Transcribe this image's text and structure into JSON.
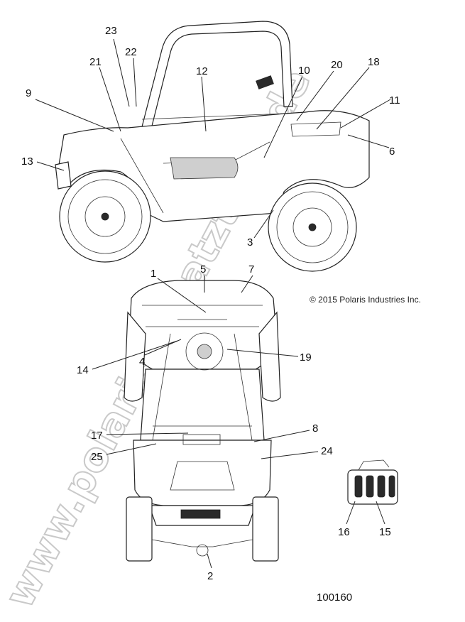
{
  "copyright": "© 2015 Polaris Industries Inc.",
  "reference_number": "100160",
  "watermark": "www.polaris-ersatzteile.de",
  "callouts": [
    {
      "id": "1",
      "label": "1"
    },
    {
      "id": "2",
      "label": "2"
    },
    {
      "id": "3",
      "label": "3"
    },
    {
      "id": "4",
      "label": "4"
    },
    {
      "id": "5",
      "label": "5"
    },
    {
      "id": "6",
      "label": "6"
    },
    {
      "id": "7",
      "label": "7"
    },
    {
      "id": "8",
      "label": "8"
    },
    {
      "id": "9",
      "label": "9"
    },
    {
      "id": "10",
      "label": "10"
    },
    {
      "id": "11",
      "label": "11"
    },
    {
      "id": "12",
      "label": "12"
    },
    {
      "id": "13",
      "label": "13"
    },
    {
      "id": "14",
      "label": "14"
    },
    {
      "id": "15",
      "label": "15"
    },
    {
      "id": "16",
      "label": "16"
    },
    {
      "id": "17",
      "label": "17"
    },
    {
      "id": "18",
      "label": "18"
    },
    {
      "id": "19",
      "label": "19"
    },
    {
      "id": "20",
      "label": "20"
    },
    {
      "id": "21",
      "label": "21"
    },
    {
      "id": "22",
      "label": "22"
    },
    {
      "id": "23",
      "label": "23"
    },
    {
      "id": "24",
      "label": "24"
    },
    {
      "id": "25",
      "label": "25"
    }
  ]
}
